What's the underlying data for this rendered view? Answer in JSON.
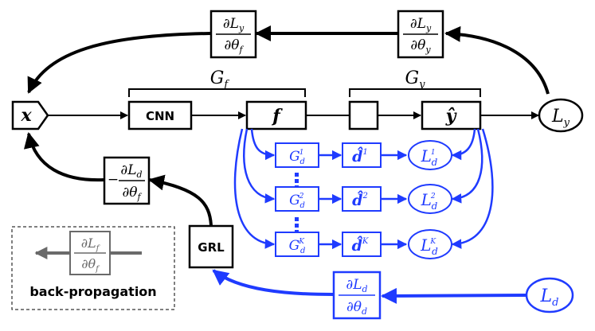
{
  "colors": {
    "black": "#000000",
    "blue": "#1f3bff",
    "gray": "#6a6a6a"
  },
  "labels": {
    "x": "x",
    "cnn": "CNN",
    "f": "f",
    "y_hat": "ŷ",
    "L_y": "L",
    "L_y_sub": "y",
    "G_f": "G",
    "G_f_sub": "f",
    "G_y": "G",
    "G_y_sub": "y",
    "grad_Ly_thetaf_num": "∂L",
    "grad_Ly_thetaf_num_sub": "y",
    "grad_Ly_thetaf_den": "∂θ",
    "grad_Ly_thetaf_den_sub": "f",
    "grad_Ly_thetay_num": "∂L",
    "grad_Ly_thetay_num_sub": "y",
    "grad_Ly_thetay_den": "∂θ",
    "grad_Ly_thetay_den_sub": "y",
    "neg_grad_Ld_thetaf_sign": "−",
    "neg_grad_Ld_thetaf_num": "∂L",
    "neg_grad_Ld_thetaf_num_sub": "d",
    "neg_grad_Ld_thetaf_den": "∂θ",
    "neg_grad_Ld_thetaf_den_sub": "f",
    "grl": "GRL",
    "grad_Ld_thetad_num": "∂L",
    "grad_Ld_thetad_num_sub": "d",
    "grad_Ld_thetad_den": "∂θ",
    "grad_Ld_thetad_den_sub": "d",
    "L_d": "L",
    "L_d_sub": "d",
    "legend_num": "∂L",
    "legend_num_sub": "f",
    "legend_den": "∂θ",
    "legend_den_sub": "f",
    "legend_caption": "back-propagation",
    "domain_rows": [
      {
        "G": "G",
        "G_sub": "d",
        "G_sup": "1",
        "d": "d̂",
        "d_sup": "1",
        "L": "L",
        "L_sub": "d",
        "L_sup": "1"
      },
      {
        "G": "G",
        "G_sub": "d",
        "G_sup": "2",
        "d": "d̂",
        "d_sup": "2",
        "L": "L",
        "L_sub": "d",
        "L_sup": "2"
      },
      {
        "G": "G",
        "G_sub": "d",
        "G_sup": "K",
        "d": "d̂",
        "d_sup": "K",
        "L": "L",
        "L_sub": "d",
        "L_sup": "K"
      }
    ]
  }
}
